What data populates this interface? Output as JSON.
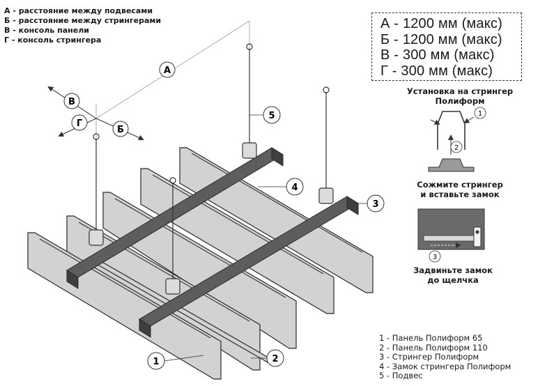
{
  "legend_top": [
    "А - расстояние между подвесами",
    "Б - расстояние между стрингерами",
    "В - консоль панели",
    "Г - консоль стрингера"
  ],
  "specs": [
    "А - 1200 мм (макс)",
    "Б - 1200 мм (макс)",
    "В - 300 мм (макс)",
    "Г - 300 мм (макс)"
  ],
  "dimension_labels": {
    "a": "А",
    "b": "Б",
    "v": "В",
    "g": "Г"
  },
  "callouts": {
    "c1": "1",
    "c2": "2",
    "c3": "3",
    "c4": "4",
    "c5": "5"
  },
  "steps": {
    "title": [
      "Установка на стрингер",
      "Полиформ"
    ],
    "step1_num": "1",
    "step2_num": "2",
    "step2_caption": [
      "Сожмите стрингер",
      "и вставьте замок"
    ],
    "step3_num": "3",
    "step3_caption": [
      "Задвиньте замок",
      "до щелчка"
    ]
  },
  "legend_bottom": [
    "1 - Панель Полиформ 65",
    "2 - Панель Полиформ 110",
    "3 - Стрингер Полиформ",
    "4 - Замок стрингера Полиформ",
    "5 - Подвес"
  ],
  "colors": {
    "panel_fill": "#d2d2d2",
    "panel_stroke": "#2a2a2a",
    "stringer_fill": "#5d5d5d",
    "stringer_dark": "#3e3e3e",
    "line": "#333333"
  }
}
